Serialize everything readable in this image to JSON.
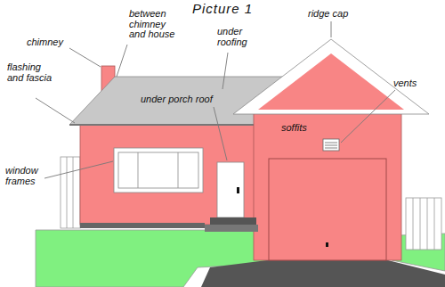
{
  "diagram": {
    "title": "Picture 1",
    "labels": [
      "chimney",
      "between chimney and house",
      "under roofing",
      "ridge cap",
      "flashing and fascia",
      "under porch roof",
      "soffits",
      "vents",
      "window frames"
    ]
  }
}
